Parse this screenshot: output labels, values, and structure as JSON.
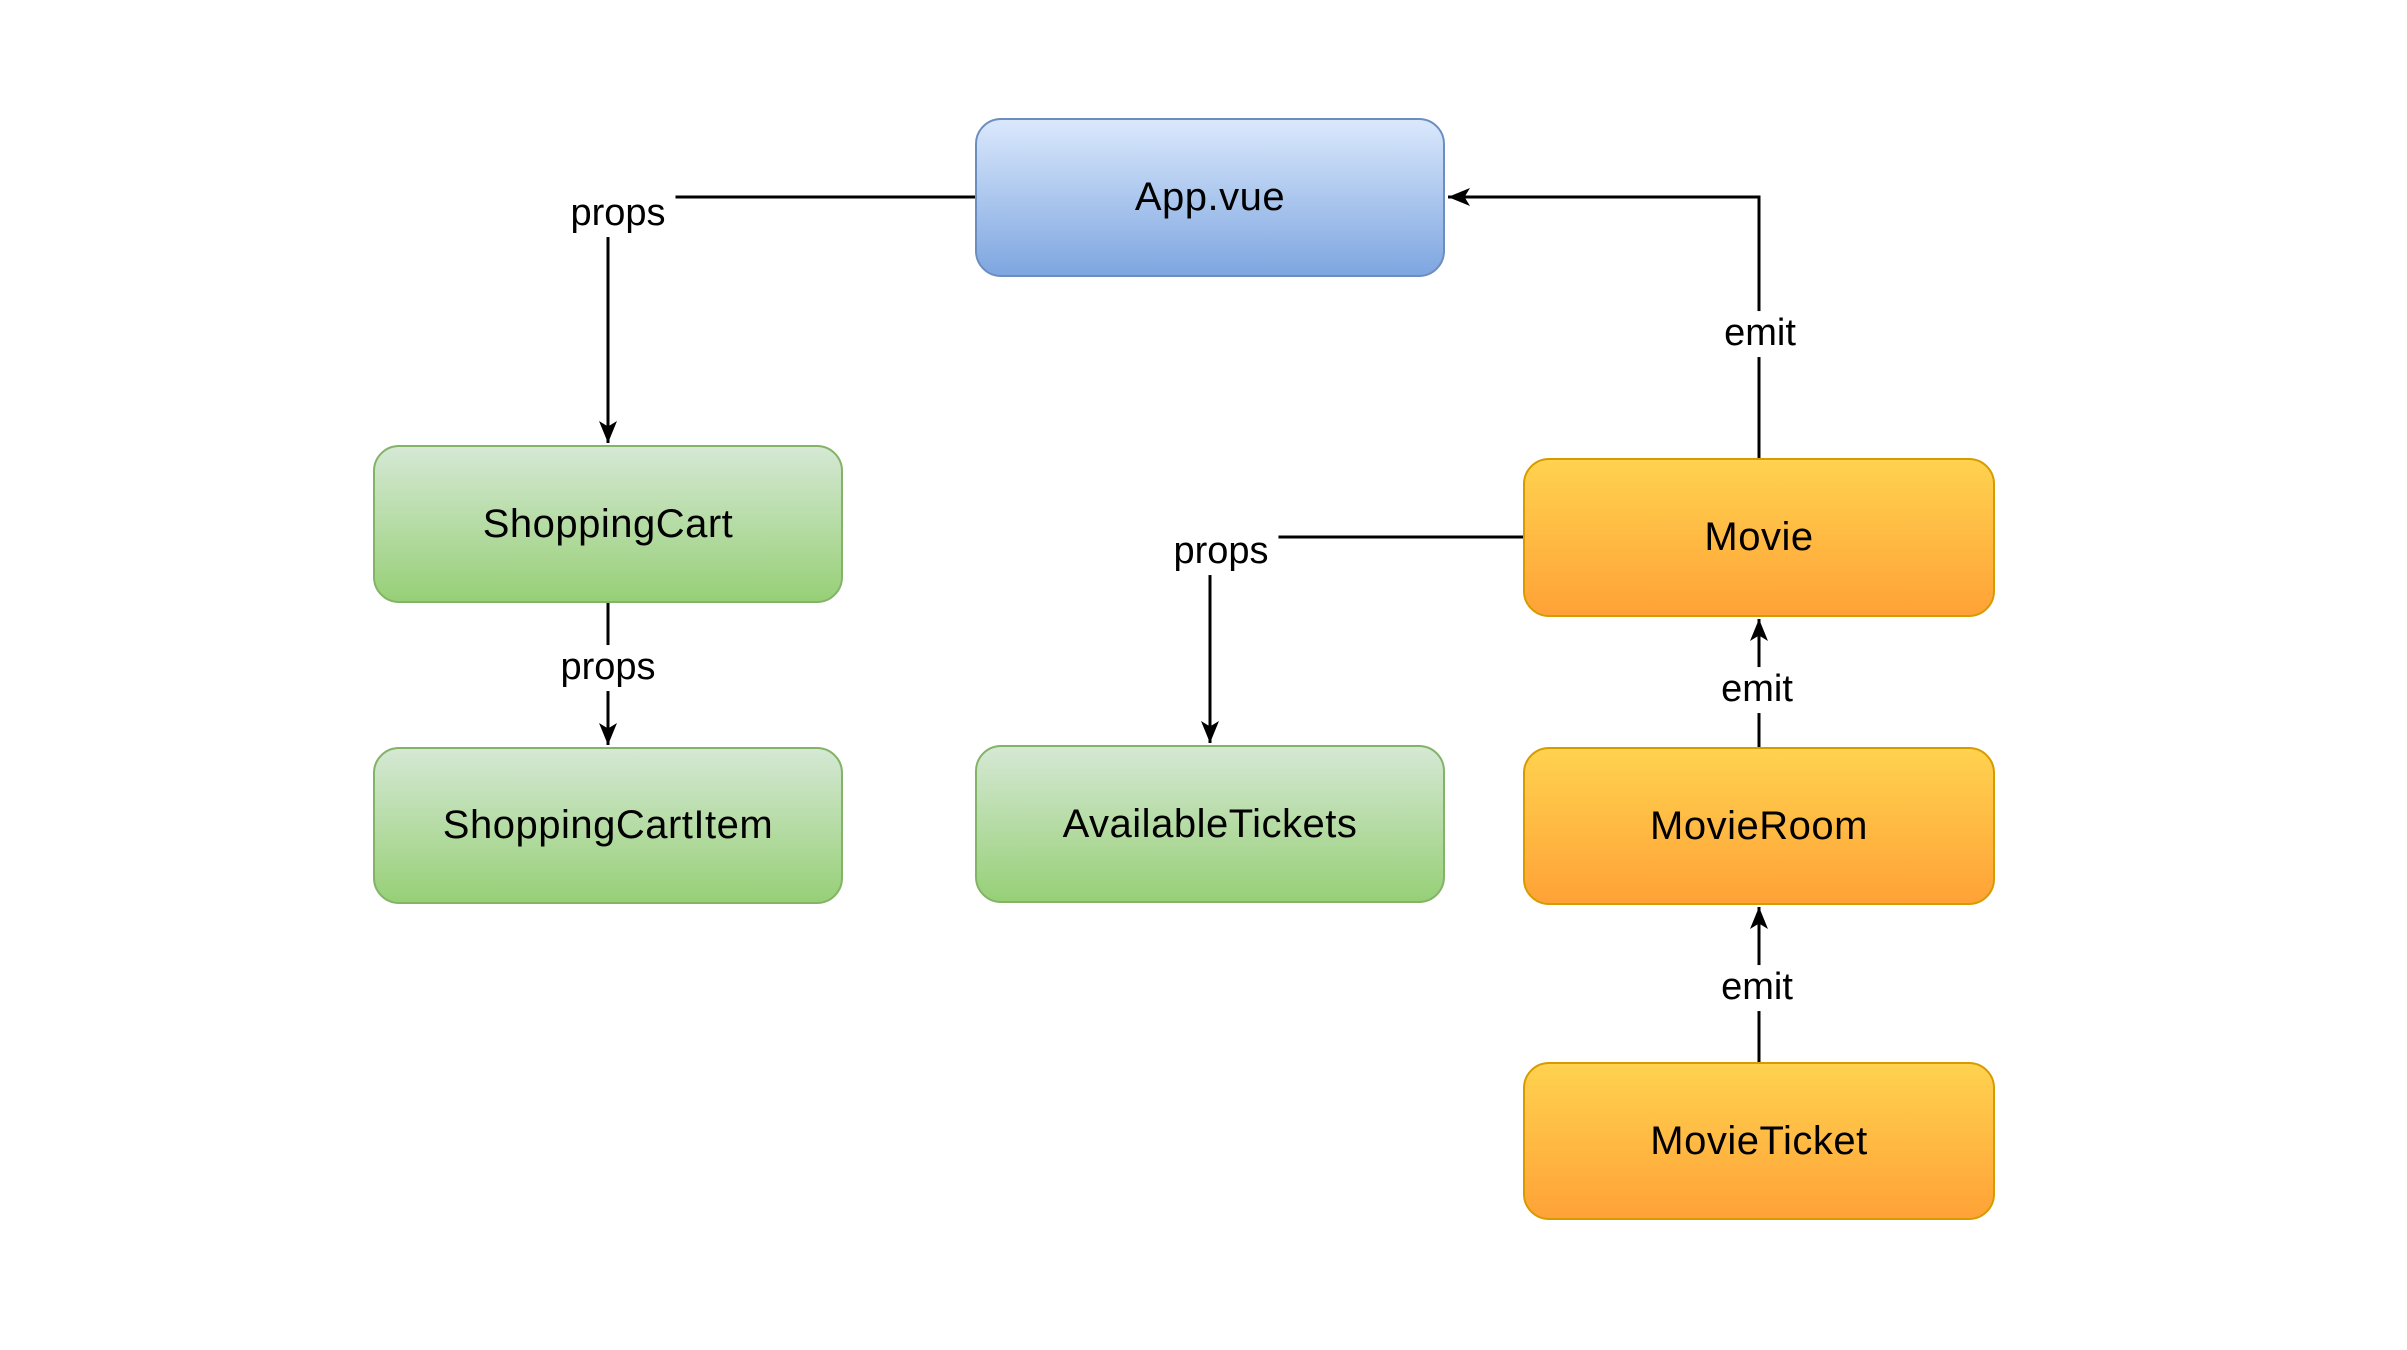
{
  "diagram": {
    "nodes": [
      {
        "id": "appvue",
        "label": "App.vue",
        "color": "blue"
      },
      {
        "id": "shoppingcart",
        "label": "ShoppingCart",
        "color": "green"
      },
      {
        "id": "shoppingcartitem",
        "label": "ShoppingCartItem",
        "color": "green"
      },
      {
        "id": "availabletickets",
        "label": "AvailableTickets",
        "color": "green"
      },
      {
        "id": "movie",
        "label": "Movie",
        "color": "orange"
      },
      {
        "id": "movieroom",
        "label": "MovieRoom",
        "color": "orange"
      },
      {
        "id": "movieticket",
        "label": "MovieTicket",
        "color": "orange"
      }
    ],
    "edges": [
      {
        "from": "App.vue",
        "to": "ShoppingCart",
        "label": "props"
      },
      {
        "from": "ShoppingCart",
        "to": "ShoppingCartItem",
        "label": "props"
      },
      {
        "from": "Movie",
        "to": "AvailableTickets",
        "label": "props"
      },
      {
        "from": "Movie",
        "to": "App.vue",
        "label": "emit"
      },
      {
        "from": "MovieRoom",
        "to": "Movie",
        "label": "emit"
      },
      {
        "from": "MovieTicket",
        "to": "MovieRoom",
        "label": "emit"
      }
    ],
    "colors": {
      "background": "#ffffff",
      "line": "#000000",
      "blue_fill_top": "#dae8fc",
      "blue_fill_bottom": "#7ea6e0",
      "blue_border": "#6c8ebf",
      "green_fill_top": "#d5e8d4",
      "green_fill_bottom": "#97d077",
      "green_border": "#82b366",
      "orange_fill_top": "#ffd24f",
      "orange_fill_bottom": "#ffa237",
      "orange_border": "#d79b00"
    }
  }
}
